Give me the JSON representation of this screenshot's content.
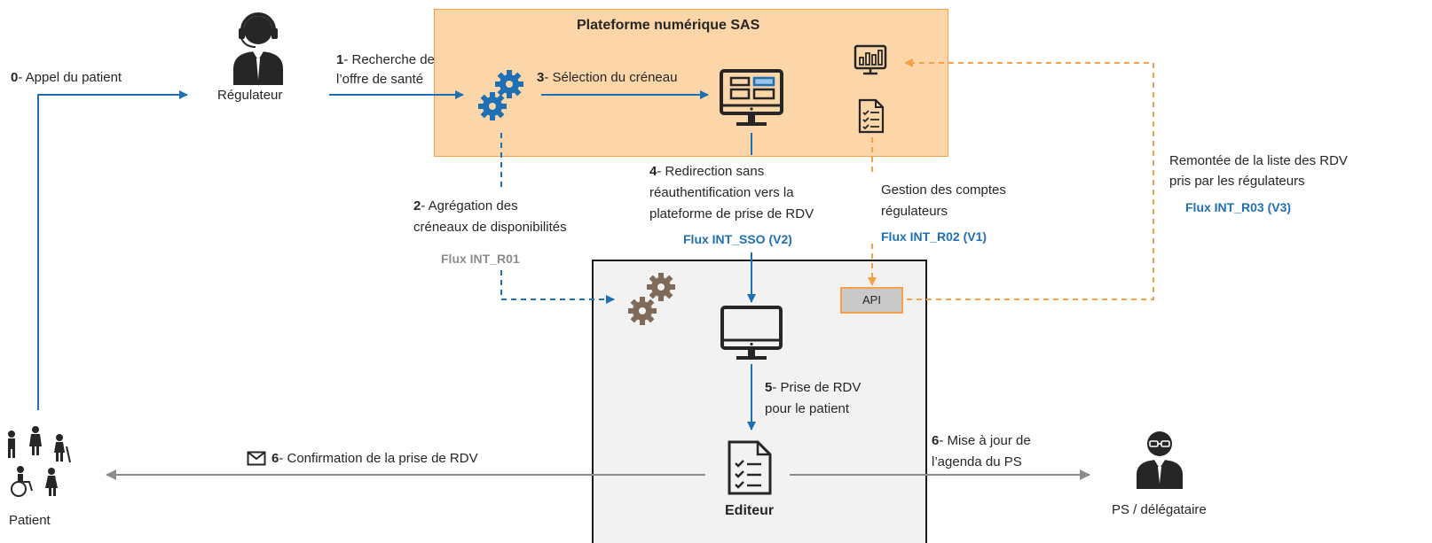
{
  "boxes": {
    "sas_title": "Plateforme numérique SAS",
    "editeur_title": "Editeur",
    "api_label": "API"
  },
  "actors": {
    "regulateur": "Régulateur",
    "patient": "Patient",
    "ps": "PS / délégataire"
  },
  "steps": {
    "s0_num": "0",
    "s0_text": "- Appel du patient",
    "s1_num": "1",
    "s1_text_a": "- Recherche de",
    "s1_text_b": "l’offre de santé",
    "s2_num": "2",
    "s2_text_a": "- Agrégation des",
    "s2_text_b": "créneaux de disponibilités",
    "s3_num": "3",
    "s3_text": "- Sélection du créneau",
    "s4_num": "4",
    "s4_text_a": "- Redirection sans",
    "s4_text_b": "réauthentification vers la",
    "s4_text_c": "plateforme de prise de RDV",
    "s5_num": "5",
    "s5_text_a": "- Prise de RDV",
    "s5_text_b": "pour le patient",
    "s6a_num": "6",
    "s6a_text": "- Confirmation de la prise de RDV",
    "s6b_num": "6",
    "s6b_text_a": "- Mise à jour de",
    "s6b_text_b": "l’agenda du PS",
    "gestion_a": "Gestion des comptes",
    "gestion_b": "régulateurs",
    "remontee_a": "Remontée de la liste des RDV",
    "remontee_b": "pris par les régulateurs"
  },
  "flux": {
    "r01": "Flux INT_R01",
    "sso": "Flux INT_SSO (V2)",
    "r02": "Flux INT_R02 (V1)",
    "r03": "Flux INT_R03 (V3)"
  },
  "colors": {
    "blue": "#1f6fb5",
    "orange": "#f5a14a",
    "gray": "#8c8c8c",
    "sas_fill": "#fcd5a8",
    "editeur_fill": "#f2f2f2",
    "icon_dark": "#262626",
    "gear_gray": "#7f6a5a"
  }
}
